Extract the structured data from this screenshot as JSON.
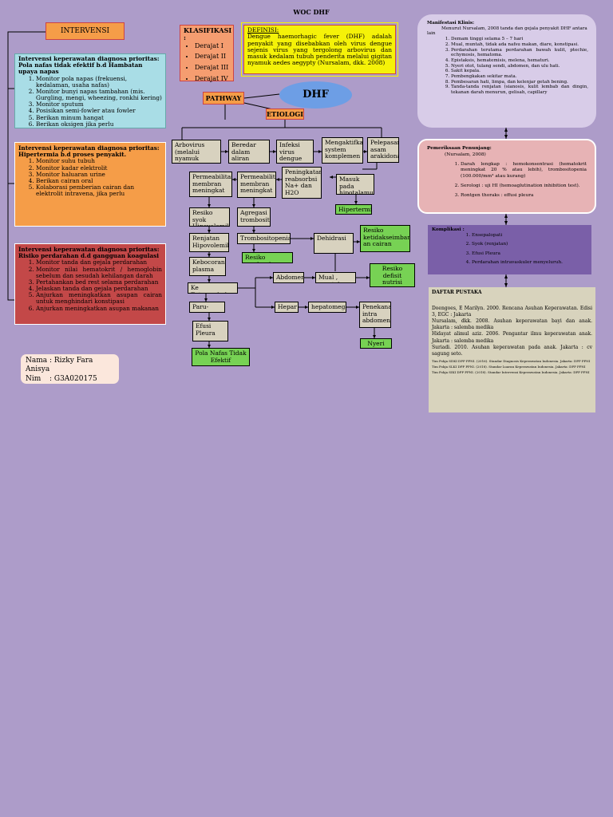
{
  "title": "WOC DHF",
  "intervensi": {
    "header": "INTERVENSI",
    "blue": {
      "title": "Intervensi keperawatan diagnosa prioritas:",
      "subtitle": "Pola nafas tidak efektif b.d Hambatan upaya napas",
      "items": [
        "Monitor pola napas (frekuensi, kedalaman, usaha nafas)",
        "Monitor bunyi napas tambahan (mis. Gurgling, mengi, wheezing, ronkhi kering)",
        "Monitor sputum",
        "Posisikan semi-fowler atau fowler",
        "Berikan minum hangat",
        "Berikan oksigen jika perlu"
      ]
    },
    "orange": {
      "title": "Intervensi keperawatan diagnosa prioritas:",
      "subtitle": "Hipertermia b.d proses penyakit.",
      "items": [
        "Monitor suhu tubuh",
        "Monitor kadar elektrolit",
        "Monitor haluaran urine",
        "Berikan cairan oral",
        "Kolaborasi pemberian cairan dan elektrolit intravena, jika perlu"
      ]
    },
    "red": {
      "title": "Intervensi keperawatan diagnosa prioritas:",
      "subtitle": "Risiko perdarahan d.d gangguan koagulasi",
      "items": [
        "Monitor tanda dan gejala perdarahan",
        "Monitor nilai hematokrit / hemoglobin sebelum dan sesudah kehilangan darah",
        "Pertahankan bed rest selama perdarahan",
        "Jelaskan tanda dan gejala perdarahan",
        "Anjurkan meningkatkan asupan cairan untuk menghindari konstipasi",
        "Anjurkan meningkatkan asupan makanan"
      ]
    }
  },
  "identity": {
    "name_label": "Nama",
    "name_value": ": Rizky Fara Anisya",
    "nim_label": "Nim",
    "nim_value": ": G3A020175"
  },
  "klasifikasi": {
    "title": "KLASIFIKASI :",
    "items": [
      "Derajat I",
      "Derajat II",
      "Derajat III",
      "Derajat IV"
    ]
  },
  "definisi": {
    "title": "DEFINISI:",
    "text": "Dengue haemorhagic fever (DHF) adalah penyakit yang disebabkan oleh virus dengue sejenis virus yang tergolong arbovirus dan masuk kedalam tubuh penderita melalui gigitan nyamuk aedes aegypty (Nursalam, dkk. 2008)"
  },
  "dhf_label": "DHF",
  "pathway_label": "PATHWAY",
  "etiologi_label": "ETIOLOGI",
  "flow": {
    "arbovirus": "Arbovirus (melalui nyamuk aedes)",
    "beredar": "Beredar dalam aliran darah",
    "infeksi": "Infeksi virus dengue",
    "mengaktifkan": "Mengaktifkan system komplemen",
    "pelepasan": "Pelepasan asam arakidonat",
    "permeabilitas1": "Permeabilitas membran meningkat",
    "permeabilitas2": "Permeabilitas membran meningkat",
    "peningkatan": "Peningkatan reabsorbsi Na+ dan H2O",
    "masuk": "Masuk pada hipotalamus",
    "hipertermi": "Hipertermi",
    "resiko_syok": "Resiko syok Hipovolemik",
    "agregasi": "Agregasi trombosit",
    "renjatan": "Renjatan Hipovolemik",
    "trombositopenia": "Trombositopenia",
    "dehidrasi": "Dehidrasi",
    "resiko_ketidak": "Resiko ketidakseimbang an cairan",
    "kebocoran": "Kebocoran plasma",
    "resiko_perdarahan": "Resiko perdarahan",
    "abdomen": "Abdomen",
    "mual": "Mual , muntah",
    "resiko_defisit": "Resiko defisit nutrisi",
    "ke_extravaskuler": "Ke Extravaskuler",
    "paru": "Paru-paru",
    "hepar": "Hepar",
    "hepatomegali": "hepatomegali",
    "penekanan": "Penekanan intra abdomen",
    "efusi": "Efusi Pleura",
    "nyeri": "Nyeri",
    "pola_nafas": "Pola Nafas Tidak Efektif"
  },
  "manifestasi": {
    "title": "Manifestasi Klinis:",
    "intro": "Menurut Nursalam, 2008 tanda dan gejala penyakit DHF antara lain",
    "items": [
      "Demam tinggi selama 5 – 7 hari",
      "Mual, muntah, tidak ada nafsu makan, diare, konstipasi.",
      "Perdarahan terutama perdarahan bawah kulit, ptechie, echymosis, hematoma.",
      "Epistaksis, hematemisis, melena, hematuri.",
      "Nyeri otot, tulang sendi, abdomen, dan ulu hati.",
      "Sakit kepala.",
      "Pembengkakan sekitar mata.",
      "Pembesaran hati, limpa, dan kelenjar getah bening.",
      "Tanda-tanda renjatan (sianosis, kulit lembab dan dingin, tekanan darah menurun, gelisah, capillary"
    ]
  },
  "penunjang": {
    "title": "Pemeriksaan Penunjang:",
    "source": "(Nursalam, 2008)",
    "items": [
      "Darah lengkap : hemokonsentrasi (hematokrit meningkat 20 % atau lebih), trombositopenia (100.000/mm³ atau kurang)",
      "Serologi : uji HI (hemoaglutination inhibition test).",
      "Rontgen thoraks : effusi pleura"
    ]
  },
  "komplikasi": {
    "title": "Komplikasi :",
    "items": [
      "Ensepalopati",
      "Syok (renjatan)",
      "Efusi Pleura",
      "Perdarahan intravaskuler menyeluruh."
    ]
  },
  "pustaka": {
    "title": "DAFTAR PUSTAKA",
    "refs": [
      "Doengoes, E Marilyn. 2000. Rencana Asuhan Keperawatan. Edisi 3, EGC : Jakarta",
      "Nursalam, dkk. 2008. Asuhan keperawatan bayi dan anak. Jakarta : salemba medika",
      "Hidayat alimul aziz. 2006. Pengantar ilmu keperawatan anak. Jakarta : salemba medika",
      "Suriadi. 2010. Asuhan keperawatan pada anak. Jakarta : cv sagung seto.",
      "Tim Pokja SDKI DPP PPNI. (2016). Standar Diagnosis Keperawatan Indonesia. Jakarta: DPP PPNI",
      "Tim Pokja SLKI DPP PPNI. (2018). Standar Luaran Keperawatan Indonesia. Jakarta: DPP PPNI",
      "Tim Pokja SIKI DPP PPNI. (2018). Standar Intervensi Keperawatan Indonesia. Jakarta: DPP PPNI"
    ]
  }
}
